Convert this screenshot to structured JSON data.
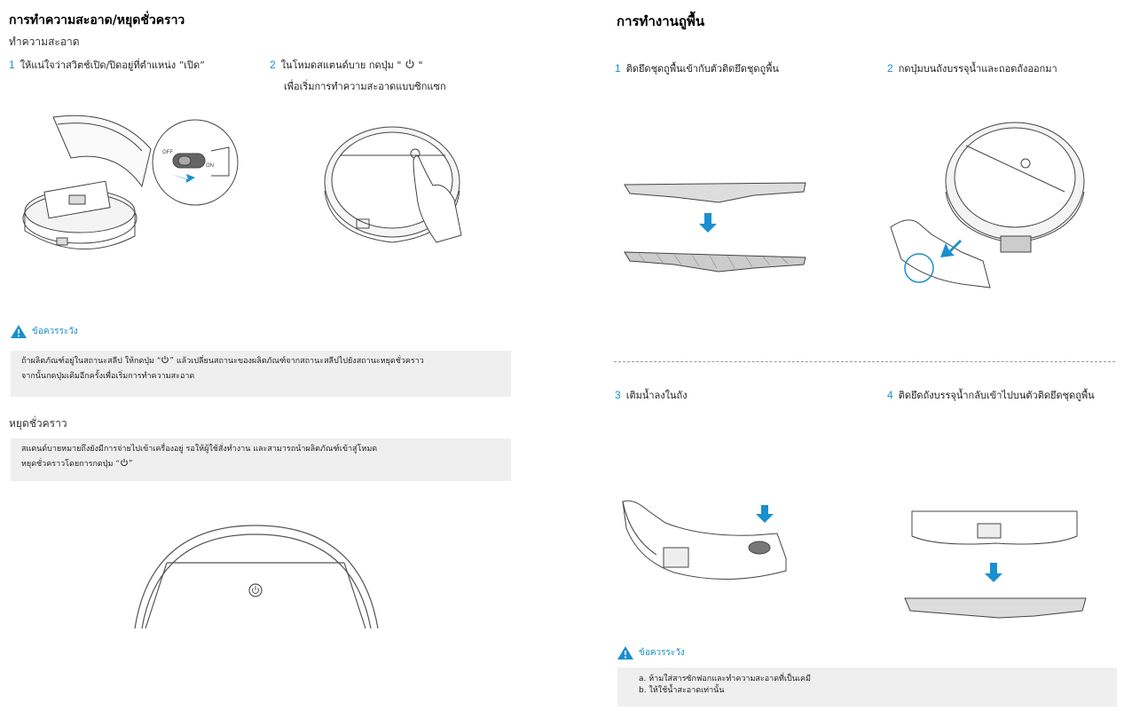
{
  "left": {
    "title": "การทำความสะอาด/หยุดชั่วคราว",
    "subtitle": "ทำความสะอาด",
    "step1": {
      "num": "1",
      "text": "ให้แน่ใจว่าสวิตช์เปิด/ปิดอยู่ที่ตำแหน่ง “เปิด”"
    },
    "step2": {
      "num": "2",
      "text_line1": "ในโหมดสแตนด์บาย กดปุ่ม \"",
      "text_line1_end": "\"",
      "text_line2": "เพื่อเริ่มการทำความสะอาดแบบซิกแซก"
    },
    "switch_off_label": "OFF",
    "switch_on_label": "ON",
    "warning_label": "ข้อควรระวัง",
    "note1_line1_a": "ถ้าผลิตภัณฑ์อยู่ในสถานะสลีป ให้กดปุ่ม “",
    "note1_line1_b": "” แล้วเปลี่ยนสถานะของผลิตภัณฑ์จากสถานะสลีปไปยังสถานะหยุดชั่วคราว",
    "note1_line2": "จากนั้นกดปุ่มเดิมอีกครั้งเพื่อเริ่มการทำความสะอาด",
    "pause_title": "หยุดชั่วคราว",
    "note2_line1": "สแตนด์บายหมายถึงยังมีการจ่ายไปเข้าเครื่องอยู่ รอให้ผู้ใช้สั่งทำงาน และสามารถนำผลิตภัณฑ์เข้าสู่โหมด",
    "note2_line2_a": "หยุดชั่วคราวโดยการกดปุ่ม “",
    "note2_line2_b": "”"
  },
  "right": {
    "title": "การทำงานถูพื้น",
    "step1": {
      "num": "1",
      "text": "ติดยึดชุดถูพื้นเข้ากับตัวติดยึดชุดถูพื้น"
    },
    "step2": {
      "num": "2",
      "text": "กดปุ่มบนถังบรรจุน้ำและถอดถังออกมา"
    },
    "step3": {
      "num": "3",
      "text": "เติมน้ำลงในถัง"
    },
    "step4": {
      "num": "4",
      "text": "ติดยึดถังบรรจุน้ำกลับเข้าไปบนตัวติดยึดชุดถูพื้น"
    },
    "warning_label": "ข้อควรระวัง",
    "note_a": "a. ห้ามใส่สารซักฟอกและทำความสะอาดที่เป็นเคมี",
    "note_b": "b. ให้ใช้น้ำสะอาดเท่านั้น"
  },
  "icons": [
    "power-icon",
    "warning-icon",
    "arrow-icon"
  ],
  "colors": {
    "accent": "#1a8fcf",
    "note_bg": "#efefef",
    "line": "#555555"
  }
}
